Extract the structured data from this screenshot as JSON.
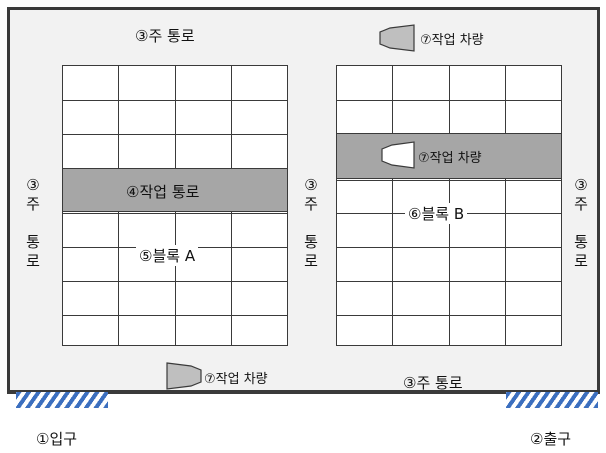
{
  "labels": {
    "main_aisle_top": "③주 통로",
    "main_aisle_bottom": "③주 통로",
    "main_aisle_vertical": [
      "③",
      "주",
      "",
      "통",
      "로"
    ],
    "work_aisle": "④작업 통로",
    "block_a": "⑤블록 A",
    "block_b": "⑥블록 B",
    "vehicle_top": "⑦작업 차량",
    "vehicle_band": "⑦작업 차량",
    "vehicle_bottom": "⑦작업 차량",
    "entrance": "①입구",
    "exit": "②출구"
  },
  "colors": {
    "floor": "#f2f2f2",
    "walls": "#3a3a3a",
    "work_aisle_band": "#a6a6a6",
    "door_hatch": "#3c6fbf",
    "vehicle": "#bfbfbf"
  },
  "icons": {
    "vehicle": "truck-trapezoid-icon",
    "door": "hatched-door-icon"
  }
}
